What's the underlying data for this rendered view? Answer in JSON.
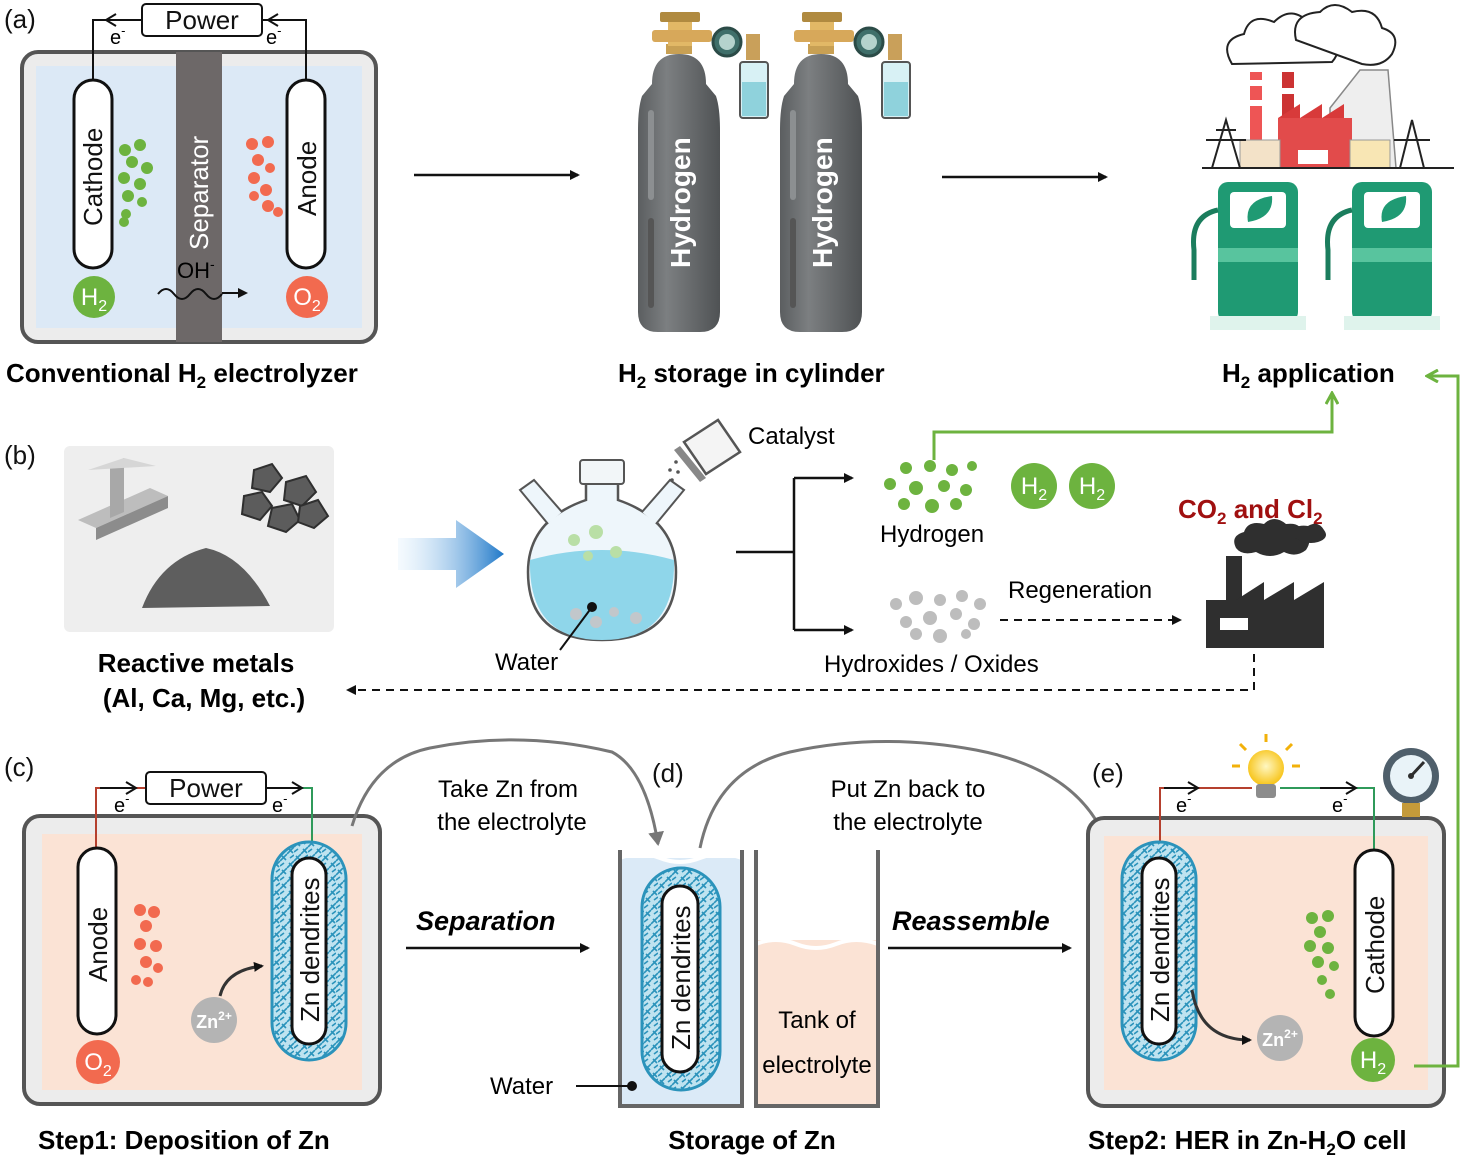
{
  "panels": {
    "a": "(a)",
    "b": "(b)",
    "c": "(c)",
    "d": "(d)",
    "e": "(e)"
  },
  "electrolyzer": {
    "power": "Power",
    "electron": "e",
    "electron_sup": "-",
    "cathode": "Cathode",
    "anode": "Anode",
    "separator": "Separator",
    "oh": "OH",
    "oh_sup": "-",
    "h2": "H",
    "h2_sub": "2",
    "o2": "O",
    "o2_sub": "2",
    "caption_pre": "Conventional H",
    "caption_sub": "2",
    "caption_post": " electrolyzer"
  },
  "storage": {
    "cylinder_label": "Hydrogen",
    "caption_pre": "H",
    "caption_sub": "2",
    "caption_post": " storage in cylinder"
  },
  "application": {
    "caption_pre": "H",
    "caption_sub": "2",
    "caption_post": " application"
  },
  "reactive": {
    "caption_line1": "Reactive metals",
    "caption_line2": "(Al, Ca, Mg, etc.)",
    "catalyst": "Catalyst",
    "water": "Water",
    "hydrogen": "Hydrogen",
    "h2": "H",
    "h2_sub": "2",
    "hydroxides": "Hydroxides / Oxides",
    "regeneration": "Regeneration",
    "co2_pre": "CO",
    "co2_sub": "2",
    "co2_mid": " and Cl",
    "cl2_sub": "2"
  },
  "deposition": {
    "power": "Power",
    "electron": "e",
    "electron_sup": "-",
    "anode": "Anode",
    "zn_dendrites": "Zn dendrites",
    "zn": "Zn",
    "zn_sup": "2+",
    "o2": "O",
    "o2_sub": "2",
    "caption": "Step1: Deposition of Zn"
  },
  "separation": {
    "take_line1": "Take Zn from",
    "take_line2": "the electrolyte",
    "label": "Separation"
  },
  "storage_zn": {
    "zn_dendrites": "Zn dendrites",
    "water": "Water",
    "tank_line1": "Tank of",
    "tank_line2": "electrolyte",
    "caption": "Storage of Zn"
  },
  "reassemble": {
    "put_line1": "Put Zn back to",
    "put_line2": "the electrolyte",
    "label": "Reassemble"
  },
  "her": {
    "electron": "e",
    "electron_sup": "-",
    "zn_dendrites": "Zn dendrites",
    "cathode": "Cathode",
    "zn": "Zn",
    "zn_sup": "2+",
    "h2": "H",
    "h2_sub": "2",
    "caption_pre": "Step2: HER in Zn-H",
    "caption_sub": "2",
    "caption_post": "O cell"
  },
  "colors": {
    "green": "#6db33f",
    "orange": "#f26a4f",
    "electrolyte_blue": "#dce9f6",
    "electrolyte_peach": "#fbe3d5",
    "cylinder_gray": "#6e7173",
    "pump_green": "#1f9a73",
    "dendrite_blue": "#3aa5c8",
    "dark_red": "#a01010"
  }
}
